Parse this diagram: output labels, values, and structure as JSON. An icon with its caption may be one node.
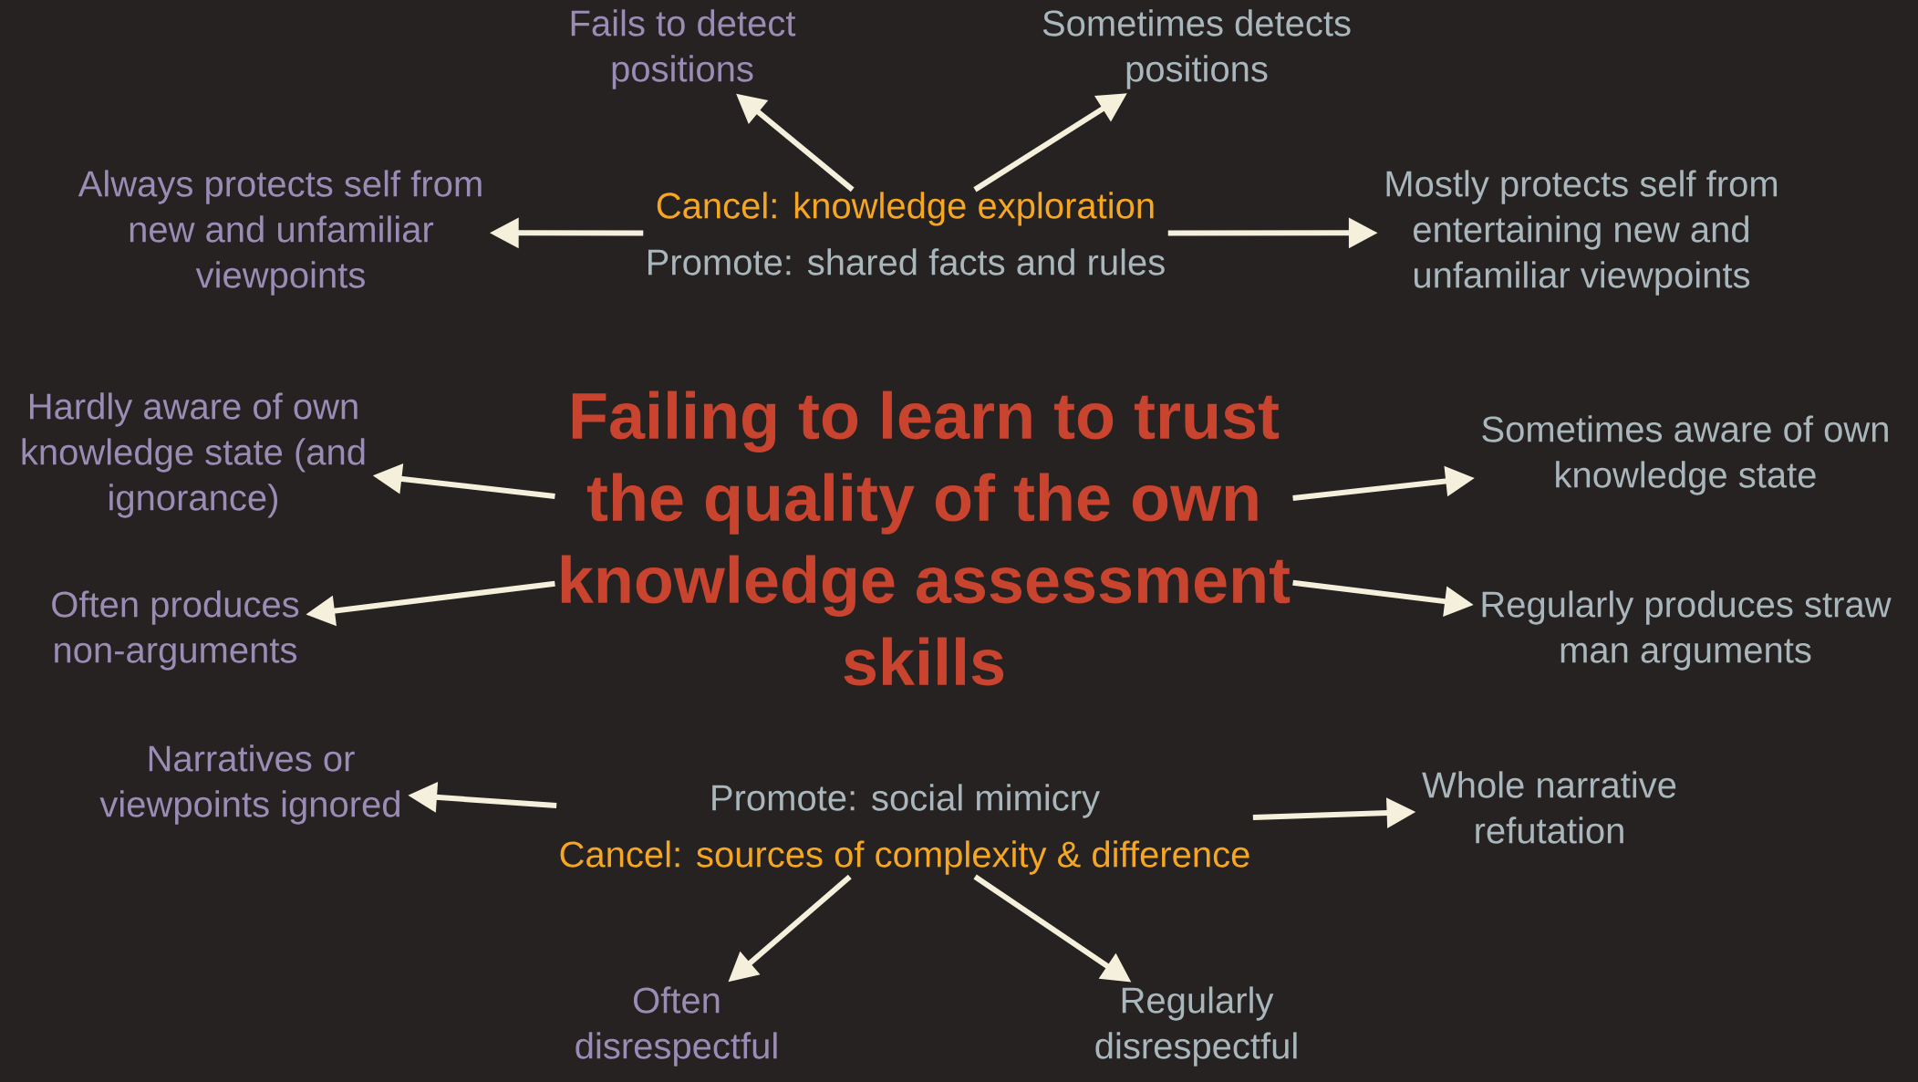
{
  "diagram": {
    "nodes": [
      {
        "text": [
          "Failing to learn to trust the quality of the own knowledge assessment skills"
        ]
      },
      {
        "text": [
          "Cancel:  knowledge exploration",
          "Promote:  shared facts and rules"
        ]
      },
      {
        "text": [
          "Promote:  social mimicry",
          "Cancel: sources of complexity & difference"
        ]
      },
      {
        "text": [
          "Fails to detect positions"
        ]
      },
      {
        "text": [
          "Sometimes detects positions"
        ]
      },
      {
        "text": [
          "Always protects self from new and unfamiliar viewpoints"
        ]
      },
      {
        "text": [
          "Mostly protects self from entertaining new and unfamiliar viewpoints"
        ]
      },
      {
        "text": [
          "Hardly aware of own knowledge state (and ignorance)"
        ]
      },
      {
        "text": [
          "Sometimes aware of own knowledge state"
        ]
      },
      {
        "text": [
          "Often produces non-arguments"
        ]
      },
      {
        "text": [
          "Regularly produces straw man arguments"
        ]
      },
      {
        "text": [
          "Narratives or viewpoints ignored"
        ]
      },
      {
        "text": [
          "Whole narrative refutation"
        ]
      },
      {
        "text": [
          "Often disrespectful"
        ]
      },
      {
        "text": [
          "Regularly disrespectful"
        ]
      }
    ],
    "edges": [
      {
        "from": 1,
        "to": 3,
        "arrow": "to"
      },
      {
        "from": 1,
        "to": 4,
        "arrow": "to"
      },
      {
        "from": 1,
        "to": 5,
        "arrow": "to"
      },
      {
        "from": 1,
        "to": 6,
        "arrow": "to"
      },
      {
        "from": 0,
        "to": 7,
        "arrow": "to"
      },
      {
        "from": 0,
        "to": 8,
        "arrow": "to"
      },
      {
        "from": 0,
        "to": 9,
        "arrow": "to"
      },
      {
        "from": 0,
        "to": 10,
        "arrow": "to"
      },
      {
        "from": 2,
        "to": 11,
        "arrow": "to"
      },
      {
        "from": 2,
        "to": 12,
        "arrow": "to"
      },
      {
        "from": 2,
        "to": 13,
        "arrow": "to"
      },
      {
        "from": 2,
        "to": 14,
        "arrow": "to"
      }
    ]
  }
}
